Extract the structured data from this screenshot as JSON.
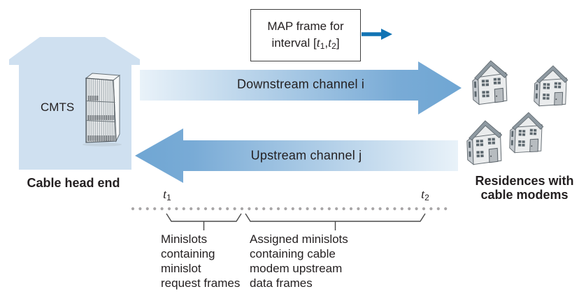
{
  "figure": {
    "map_box": {
      "line1": "MAP frame for",
      "line2_prefix": "interval [",
      "t": "t",
      "t1_sub": "1",
      "comma": ",",
      "t2_sub": "2",
      "line2_suffix": "]"
    },
    "channels": {
      "downstream": "Downstream channel i",
      "upstream": "Upstream channel j"
    },
    "head_end": {
      "device": "CMTS",
      "caption": "Cable head end"
    },
    "residences": {
      "line1": "Residences with",
      "line2": "cable modems"
    },
    "timeline": {
      "t": "t",
      "t1_sub": "1",
      "t2_sub": "2"
    },
    "annotations": {
      "request_slots": {
        "lines": [
          "Minislots",
          "containing",
          "minislot",
          "request frames"
        ]
      },
      "assigned_slots": {
        "lines": [
          "Assigned minislots",
          "containing cable",
          "modem upstream",
          "data frames"
        ]
      }
    }
  },
  "colors": {
    "house_fill": "#cfe0f0",
    "arrow_blue": "#6fa6d3",
    "arrow_blue_deep": "#79abd6",
    "arrow_light": "#e9f2f9",
    "map_arrow": "#1173b4",
    "dot_gray": "#a8a6a7",
    "text_dark": "#231f20",
    "line_dark": "#4a4a4a"
  }
}
